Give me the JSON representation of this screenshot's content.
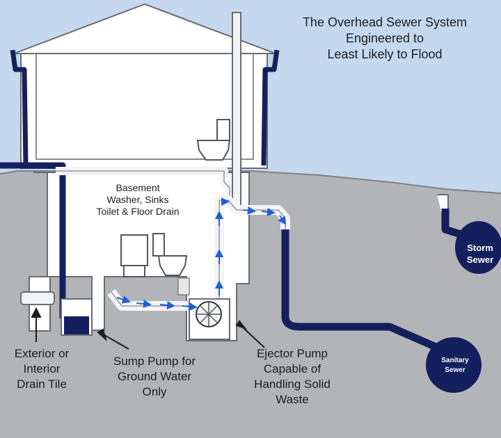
{
  "title": {
    "line1": "The Overhead Sewer System",
    "line2": "Engineered to",
    "line3": "Least Likely to Flood"
  },
  "basement_label": {
    "line1": "Basement",
    "line2": "Washer, Sinks",
    "line3": "Toilet & Floor Drain"
  },
  "callouts": {
    "drain_tile": {
      "line1": "Exterior or",
      "line2": "Interior",
      "line3": "Drain Tile"
    },
    "sump_pump": {
      "line1": "Sump Pump for",
      "line2": "Ground Water",
      "line3": "Only"
    },
    "ejector_pump": {
      "line1": "Ejector Pump",
      "line2": "Capable of",
      "line3": "Handling Solid",
      "line4": "Waste"
    }
  },
  "sewers": {
    "storm": {
      "line1": "Storm",
      "line2": "Sewer"
    },
    "sanitary": {
      "line1": "Sanitary",
      "line2": "Sewer"
    }
  },
  "colors": {
    "sky": "#c5d8ee",
    "ground": "#b3b4b8",
    "house_interior": "#ffffff",
    "pipe_dark": "#14205e",
    "flow_arrow": "#1f5fd6",
    "pipe_light": "#f2f4f7"
  }
}
